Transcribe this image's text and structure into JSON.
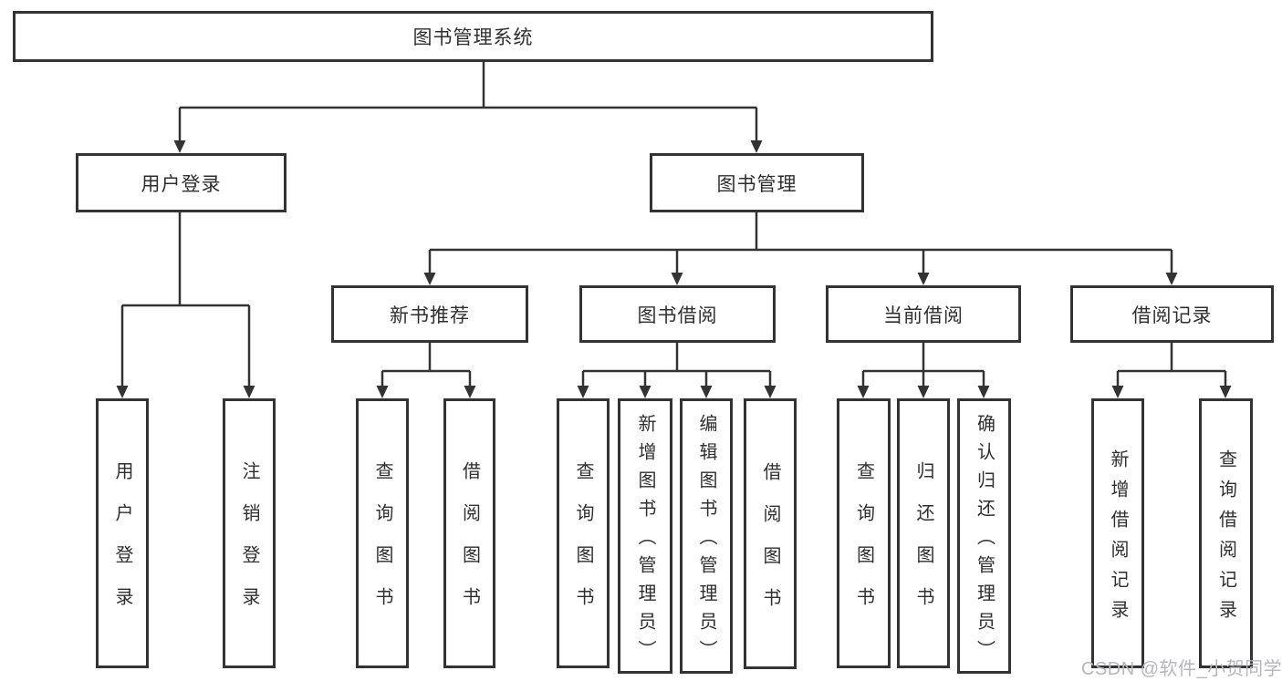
{
  "canvas": {
    "background": "#ffffff",
    "line_color": "#333333",
    "box_fill": "#ffffff",
    "box_border_color": "#333333",
    "text_color": "#2f2f2f"
  },
  "watermark": {
    "text": "CSDN @软件_小贺同学",
    "color": "#b6b6bb"
  },
  "tree": {
    "root": {
      "label": "图书管理系统"
    },
    "branches": [
      {
        "label": "用户登录",
        "children": [
          {
            "label": "用户登录"
          },
          {
            "label": "注销登录"
          }
        ]
      },
      {
        "label": "图书管理",
        "children": [
          {
            "label": "新书推荐",
            "children": [
              {
                "label": "查询图书"
              },
              {
                "label": "借阅图书"
              }
            ]
          },
          {
            "label": "图书借阅",
            "children": [
              {
                "label": "查询图书"
              },
              {
                "label": "新增图书（管理员）"
              },
              {
                "label": "编辑图书（管理员）"
              },
              {
                "label": "借阅图书"
              }
            ]
          },
          {
            "label": "当前借阅",
            "children": [
              {
                "label": "查询图书"
              },
              {
                "label": "归还图书"
              },
              {
                "label": "确认归还（管理员）"
              }
            ]
          },
          {
            "label": "借阅记录",
            "children": [
              {
                "label": "新增借阅记录"
              },
              {
                "label": "查询借阅记录"
              }
            ]
          }
        ]
      }
    ]
  }
}
